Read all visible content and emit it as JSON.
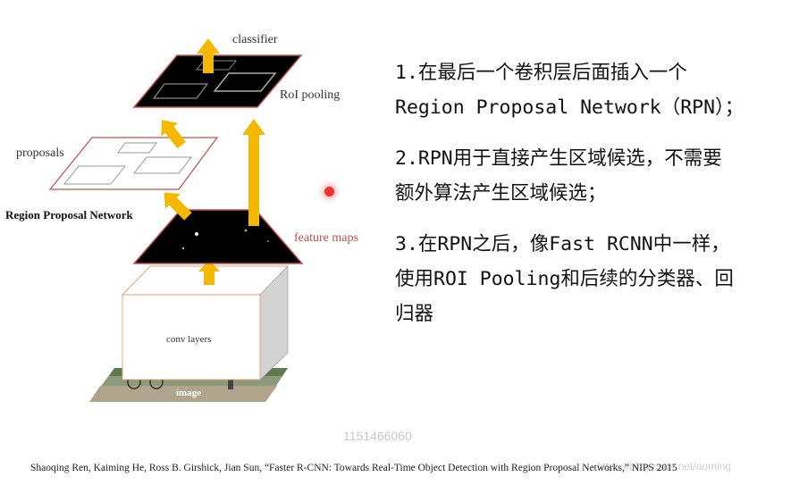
{
  "diagram": {
    "classifier_label": "classifier",
    "roi_pooling_label": "RoI pooling",
    "proposals_label": "proposals",
    "rpn_label": "Region Proposal Network",
    "feature_maps_label": "feature maps",
    "conv_layers_label": "conv layers",
    "image_label": "image",
    "colors": {
      "arrow": "#f5b800",
      "accent_red": "#c0504d",
      "map_fill": "#000000"
    }
  },
  "steps": [
    {
      "lines": [
        "1.在最后一个卷积层后面插入一个",
        "Region Proposal Network（RPN）；"
      ]
    },
    {
      "lines": [
        "2.RPN用于直接产生区域候选，不需要",
        "额外算法产生区域候选；"
      ]
    },
    {
      "lines": [
        "3.在RPN之后，像Fast RCNN中一样，",
        "使用ROI Pooling和后续的分类器、回",
        "归器"
      ]
    }
  ],
  "watermark": "1151466060",
  "citation": "Shaoqing Ren, Kaiming He, Ross B. Girshick, Jian Sun, “Faster R-CNN: Towards Real-Time Object Detection with Region Proposal Networks,” NIPS 2015",
  "blog_watermark": "https://blog.csdn.net/aoming"
}
